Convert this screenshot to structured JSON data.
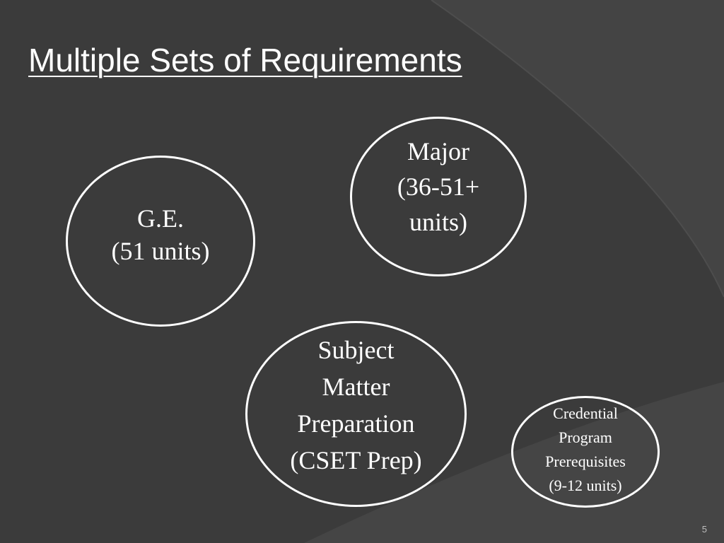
{
  "slide": {
    "title": "Multiple Sets of Requirements",
    "page_number": "5",
    "colors": {
      "background": "#3b3b3b",
      "accent_shape": "#474747",
      "text": "#ffffff"
    }
  },
  "circles": {
    "ge": {
      "lines": [
        "G.E.",
        "(51 units)"
      ]
    },
    "major": {
      "lines": [
        "Major",
        "(36-51+",
        "units)"
      ]
    },
    "subject": {
      "lines": [
        "Subject",
        "Matter",
        "Preparation",
        "(CSET Prep)"
      ]
    },
    "credential": {
      "lines": [
        "Credential",
        "Program",
        "Prerequisites",
        "(9-12 units)"
      ]
    }
  }
}
